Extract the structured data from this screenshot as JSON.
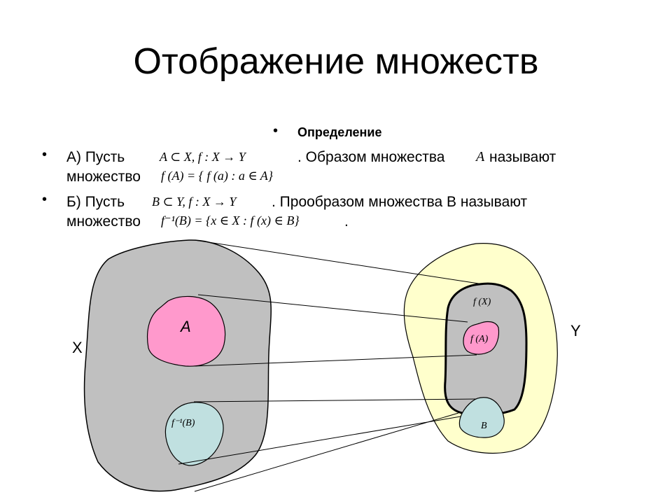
{
  "title": "Отображение множеств",
  "definition": {
    "heading": "Определение",
    "a": {
      "prefix": "А) Пусть",
      "condition": "A ⊂ X, f : X → Y",
      "middle": ". Образом множества",
      "set_var": "A",
      "suffix": "называют",
      "line2_prefix": "множество",
      "formula": "f (A) = { f (a) : a ∈ A}"
    },
    "b": {
      "prefix": "Б) Пусть",
      "condition": "B ⊂ Y, f : X → Y",
      "middle": ". Прообразом множества B называют",
      "line2_prefix": "множество",
      "formula": "f⁻¹(B) = {x ∈ X : f (x) ∈ B}",
      "end": "."
    }
  },
  "diagram": {
    "set_X": "X",
    "set_Y": "Y",
    "subset_A": "A",
    "image_fX": "f (X)",
    "image_fA": "f (A)",
    "subset_B": "B",
    "preimage_B": "f⁻¹(B)",
    "colors": {
      "X_fill": "#c0c0c0",
      "Y_fill": "#ffffcc",
      "A_fill": "#ff99cc",
      "B_fill": "#c0e0e0",
      "outline": "#000000"
    }
  }
}
